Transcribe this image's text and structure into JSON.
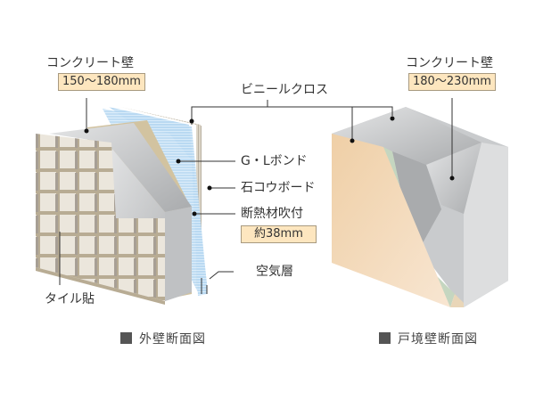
{
  "exterior_wall": {
    "concrete_label": "コンクリート壁",
    "concrete_thickness": "150〜180mm",
    "vinyl_cloth_label": "ビニールクロス",
    "gl_bond_label": "G・Lボンド",
    "gypsum_board_label": "石コウボード",
    "insulation_label": "断熱材吹付",
    "insulation_thickness": "約38mm",
    "air_layer_label": "空気層",
    "tile_label": "タイル貼",
    "caption": "外壁断面図"
  },
  "party_wall": {
    "concrete_label": "コンクリート壁",
    "concrete_thickness": "180〜230mm",
    "caption": "戸境壁断面図"
  },
  "colors": {
    "label_box_bg": "#fde6bf",
    "tile": "#ebe6dc",
    "concrete": "#c9cbcd",
    "insulation": "#d2c3a0",
    "gypsum_blue": "#b9d9f2",
    "wallpaper_beige": "#f1d9b8",
    "gl_green": "#c5d6c0"
  }
}
